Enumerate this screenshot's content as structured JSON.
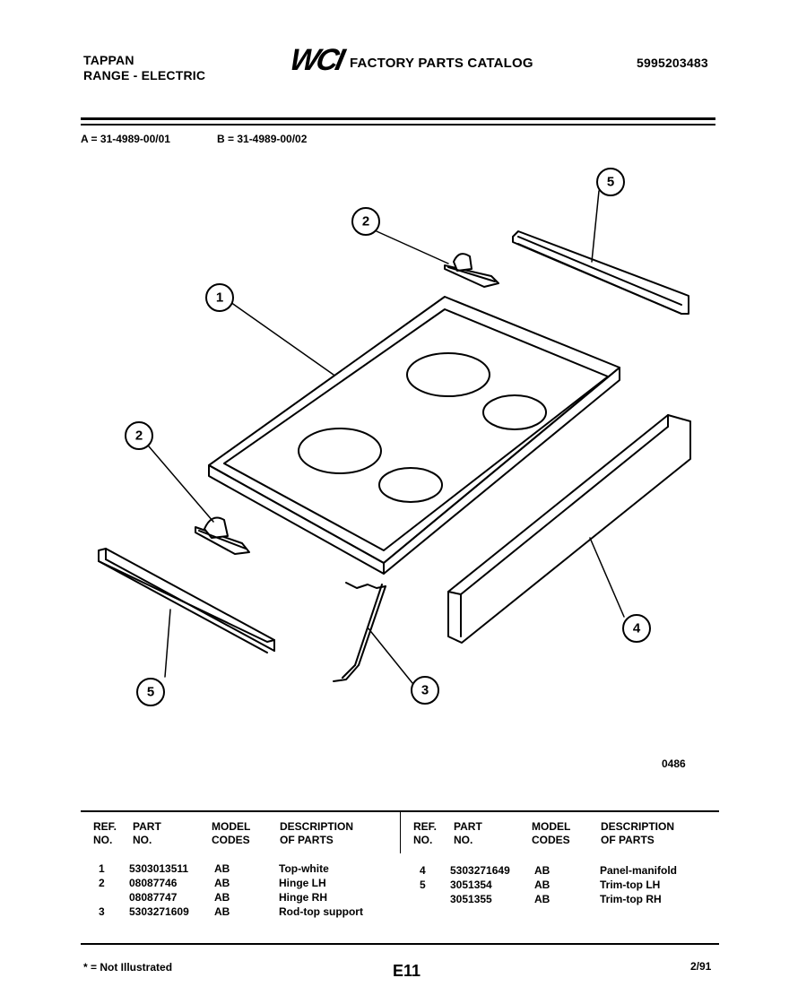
{
  "header": {
    "brand": "TAPPAN",
    "product": "RANGE - ELECTRIC",
    "logo": "WCI",
    "catalog_title": "FACTORY PARTS CATALOG",
    "catalog_number": "5995203483"
  },
  "models": {
    "a": "A = 31-4989-00/01",
    "b": "B = 31-4989-00/02"
  },
  "diagram": {
    "code": "0486",
    "callouts": [
      "1",
      "2",
      "2",
      "3",
      "4",
      "5",
      "5"
    ]
  },
  "table": {
    "headers": {
      "ref_1": "REF.",
      "ref_2": "NO.",
      "part_1": "PART",
      "part_2": "NO.",
      "model_1": "MODEL",
      "model_2": "CODES",
      "desc_1": "DESCRIPTION",
      "desc_2": "OF PARTS"
    },
    "left_rows": [
      {
        "ref": "1",
        "part": "5303013511",
        "codes": "AB",
        "desc": "Top-white"
      },
      {
        "ref": "2",
        "part": "08087746",
        "codes": "AB",
        "desc": "Hinge LH"
      },
      {
        "ref": "",
        "part": "08087747",
        "codes": "AB",
        "desc": "Hinge RH"
      },
      {
        "ref": "3",
        "part": "5303271609",
        "codes": "AB",
        "desc": "Rod-top support"
      }
    ],
    "right_rows": [
      {
        "ref": "4",
        "part": "5303271649",
        "codes": "AB",
        "desc": "Panel-manifold"
      },
      {
        "ref": "5",
        "part": "3051354",
        "codes": "AB",
        "desc": "Trim-top LH"
      },
      {
        "ref": "",
        "part": "3051355",
        "codes": "AB",
        "desc": "Trim-top RH"
      }
    ]
  },
  "footer": {
    "note": "* = Not Illustrated",
    "page": "E11",
    "date": "2/91"
  },
  "icons": [
    "wci-logo",
    "exploded-diagram"
  ]
}
